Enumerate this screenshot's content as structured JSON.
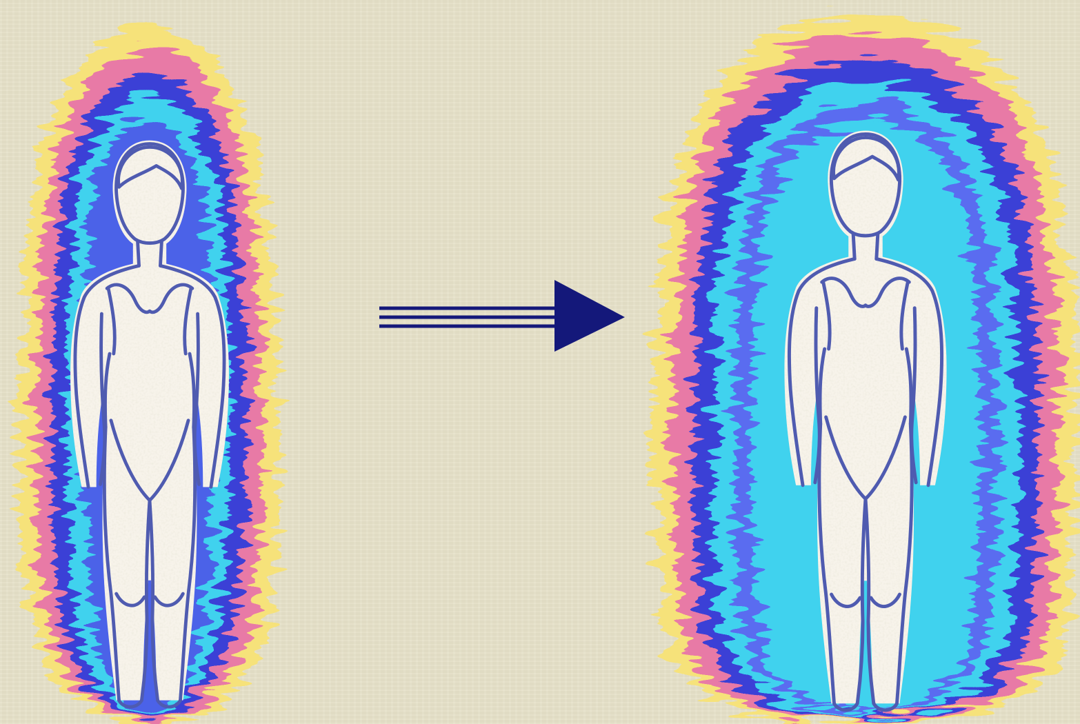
{
  "colors": {
    "background": "#e6e1c8",
    "aura_outer": "#f6e27a",
    "aura_pink": "#e87aa6",
    "aura_violet": "#3b3fd6",
    "aura_cyan": "#3fd2ee",
    "body_fill": "#f7f3ea",
    "body_outline": "#4f5bb0",
    "arrow": "#14187a"
  },
  "figures": [
    {
      "name": "figure-before",
      "aura": "small"
    },
    {
      "name": "figure-after",
      "aura": "large"
    }
  ],
  "arrow": {
    "direction": "right",
    "style": "triple-line"
  }
}
